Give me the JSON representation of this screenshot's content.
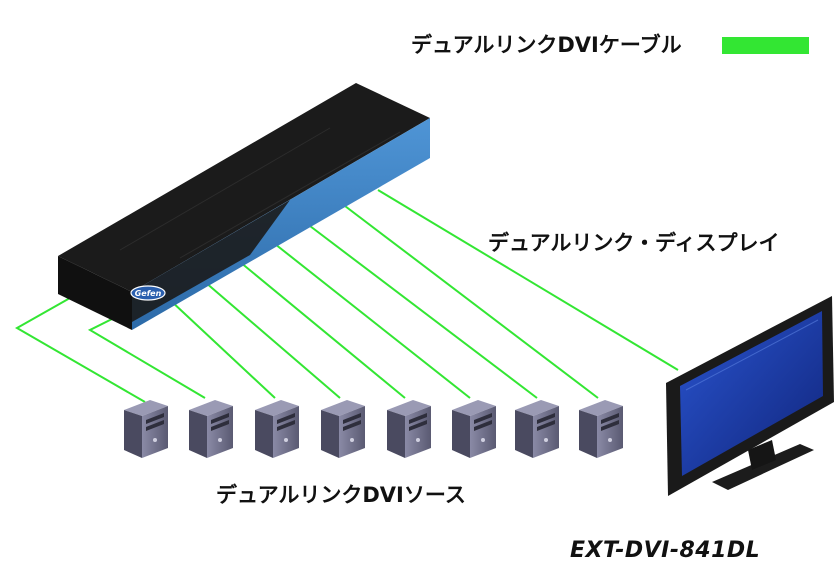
{
  "legend": {
    "cable_label": "デュアルリンクDVIケーブル",
    "cable_color": "#33e633"
  },
  "labels": {
    "display": "デュアルリンク・ディスプレイ",
    "sources": "デュアルリンクDVIソース",
    "model": "EXT-DVI-841DL"
  },
  "switch": {
    "logo_text": "Gefen",
    "top_color": "#1b1b1b",
    "side_color": "#3b7fc0"
  },
  "sources": {
    "count": 8,
    "icon": "computer-tower-icon",
    "body_color": "#6e6e88"
  },
  "display": {
    "icon": "monitor-icon",
    "screen_color": "#1d3fa8",
    "bezel_color": "#1a1a1a"
  }
}
